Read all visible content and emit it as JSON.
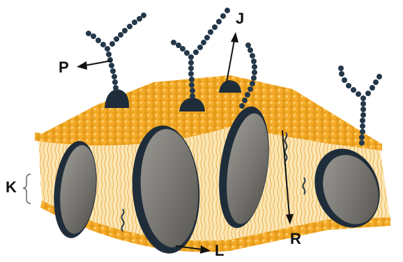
{
  "labels": {
    "P": "P",
    "J": "J",
    "K": "K",
    "L": "L",
    "R": "R"
  },
  "colors": {
    "lipid_head": "#f2a623",
    "lipid_tail": "#e8a42e",
    "core": "#fbe6b4",
    "protein_fill": "#7a7873",
    "protein_dark": "#1f2d3a",
    "carbohydrate": "#24384a",
    "label": "#111111"
  }
}
